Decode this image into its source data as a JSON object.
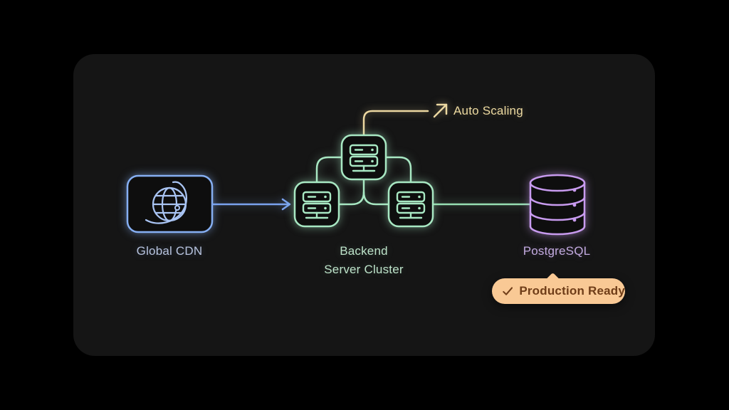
{
  "scene": {
    "background": "#000000",
    "panel_bg": "#151515",
    "type": "architecture-diagram"
  },
  "nodes": {
    "cdn": {
      "label": "Global CDN",
      "icon": "globe-icon",
      "accent": "#86aff3",
      "label_color": "#b7c3de"
    },
    "cluster": {
      "label_line1": "Backend",
      "label_line2": "Server Cluster",
      "icon": "server-icon",
      "server_count": 3,
      "accent": "#a8e8c3",
      "label_color": "#bde2c9"
    },
    "database": {
      "label": "PostgreSQL",
      "icon": "database-icon",
      "accent": "#c89bef",
      "label_color": "#c2aadf"
    }
  },
  "annotations": {
    "auto_scaling": {
      "label": "Auto Scaling",
      "icon": "arrow-up-right-icon",
      "color": "#ecd9a0"
    },
    "production_ready": {
      "label": "Production Ready",
      "icon": "check-icon",
      "bg_color": "#f9c995",
      "text_color": "#6f3d18"
    }
  },
  "edges": [
    {
      "from": "cdn",
      "to": "cluster",
      "style": "arrow",
      "color": "#7aa3ef"
    },
    {
      "from": "cluster-top",
      "to": "cluster-left",
      "style": "elbow",
      "color": "#a8e8c3"
    },
    {
      "from": "cluster-top",
      "to": "cluster-right",
      "style": "elbow",
      "color": "#a8e8c3"
    },
    {
      "from": "cluster",
      "to": "database",
      "style": "line",
      "color": "#97dfb3"
    },
    {
      "from": "cluster-top",
      "to": "auto_scaling",
      "style": "elbow",
      "color": "#ecd8a1"
    }
  ]
}
